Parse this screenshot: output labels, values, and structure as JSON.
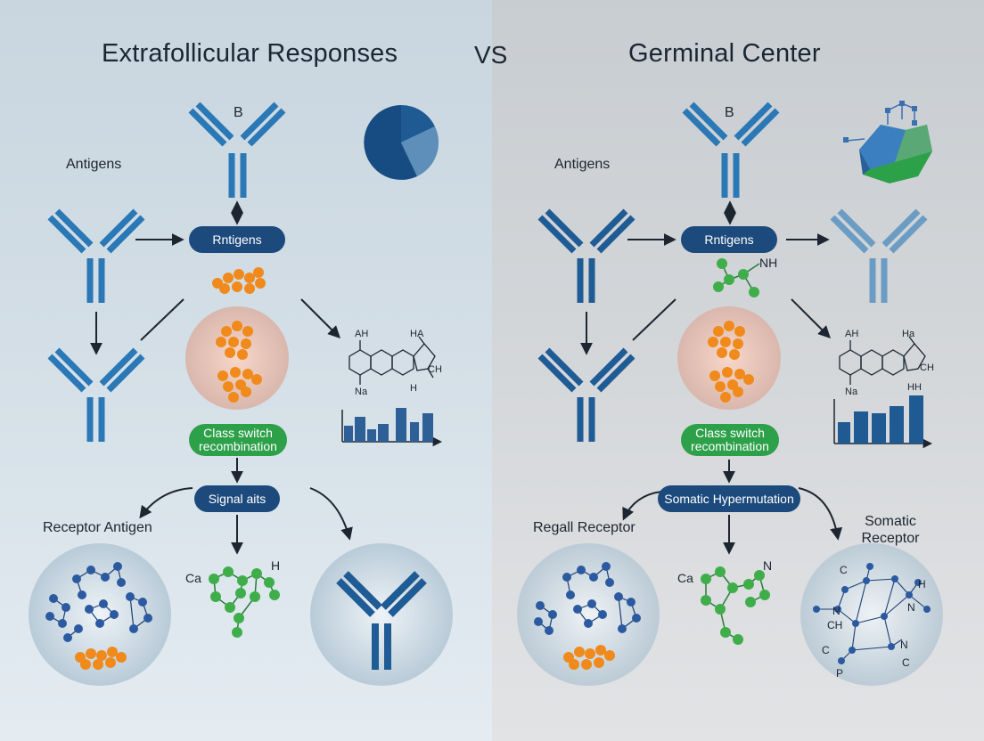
{
  "left": {
    "title": "Extrafollicular Responses",
    "b_label": "B",
    "antigens_label": "Antigens",
    "center_pill": "Rntigens",
    "class_switch": "Class switch recombination",
    "signal_pill": "Signal aits",
    "receptor_label": "Receptor Antigen",
    "chem_left": "Ca",
    "chem_right": "H",
    "struct_labels": [
      "AH",
      "HA",
      "Na",
      "CH",
      "H"
    ]
  },
  "vs": "VS",
  "right": {
    "title": "Germinal Center",
    "b_label": "B",
    "antigens_label": "Antigens",
    "center_pill": "Rntigens",
    "nh_label": "NH",
    "class_switch": "Class switch recombination",
    "somatic_pill": "Somatic Hypermutation",
    "regall_label": "Regall Receptor",
    "somatic_receptor_label": "Somatic Receptor",
    "chem_left": "Ca",
    "chem_right": "N",
    "struct_labels": [
      "AH",
      "Ha",
      "Na",
      "CH",
      "HH"
    ],
    "network_labels": [
      "C",
      "H",
      "N",
      "CH",
      "N",
      "N",
      "C",
      "P",
      "C"
    ]
  },
  "colors": {
    "antibody_blue": "#2a78b6",
    "navy": "#1c4a7c",
    "green": "#2da04a",
    "orange": "#f08a1c"
  }
}
